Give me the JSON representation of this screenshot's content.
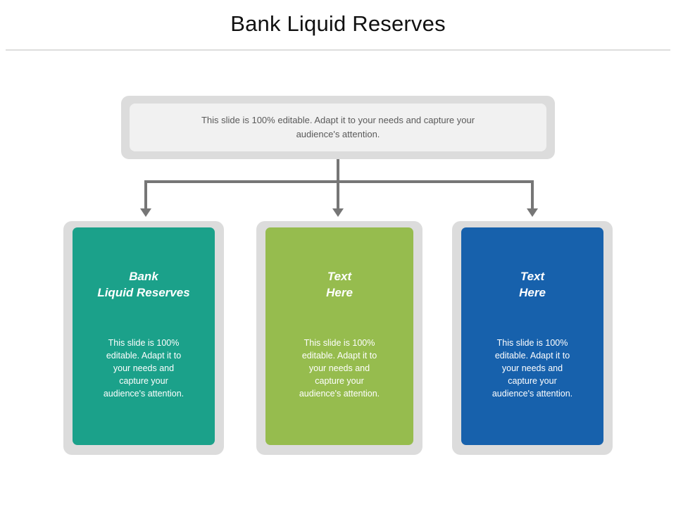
{
  "header": {
    "title": "Bank Liquid Reserves"
  },
  "top_box": {
    "text": "This slide is 100% editable. Adapt it to your needs and capture your\naudience's attention."
  },
  "connector": {
    "arrow_color": "#767676",
    "count": 3
  },
  "colors": {
    "frame": "#dcdcdc",
    "panel": "#f1f1f1",
    "divider": "#dededd",
    "teal": "#1ba18a",
    "green": "#96bc4e",
    "blue": "#1761ac",
    "title_text": "#111111",
    "body_text": "#5a5a5a",
    "card_text": "#ffffff"
  },
  "cards": [
    {
      "heading": "Bank\nLiquid Reserves",
      "body": "This slide is 100%\neditable. Adapt it to\nyour needs and\ncapture your\naudience's attention.",
      "color": "#1ba18a"
    },
    {
      "heading": "Text\nHere",
      "body": "This slide is 100%\neditable. Adapt it to\nyour needs and\ncapture your\naudience's attention.",
      "color": "#96bc4e"
    },
    {
      "heading": "Text\nHere",
      "body": "This slide is 100%\neditable. Adapt it to\nyour needs and\ncapture your\naudience's attention.",
      "color": "#1761ac"
    }
  ]
}
